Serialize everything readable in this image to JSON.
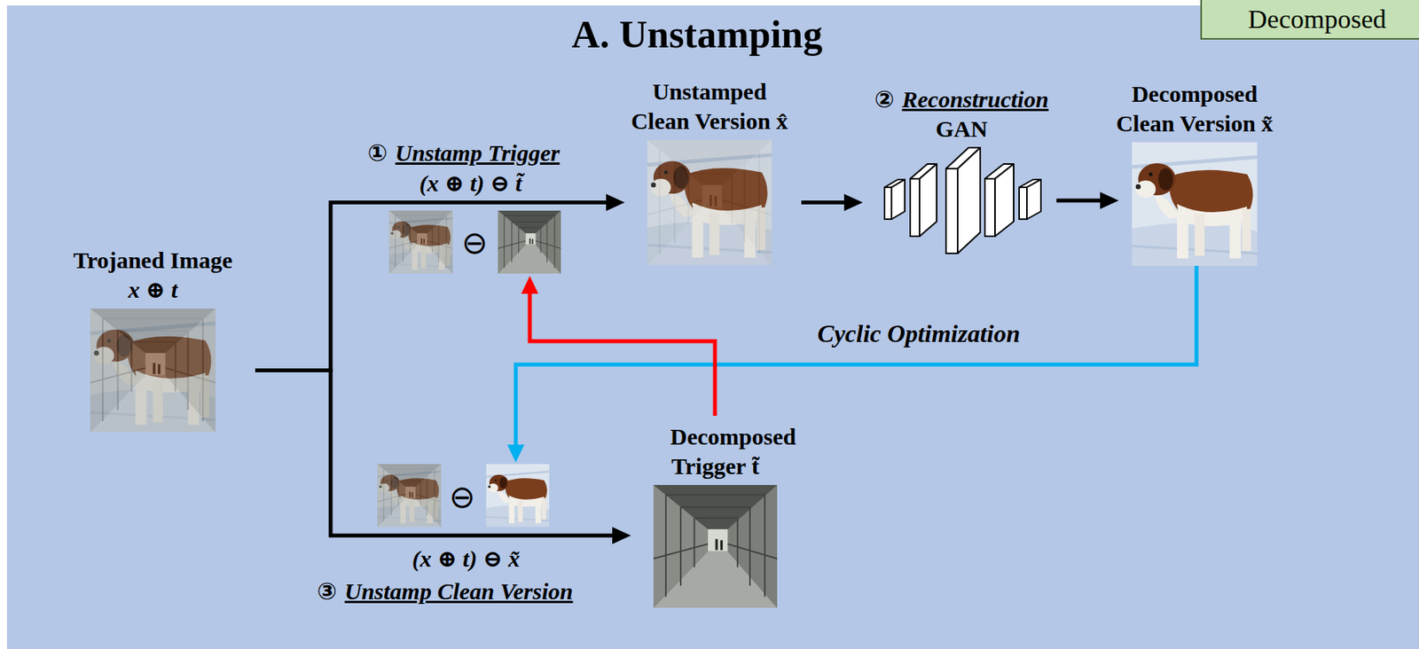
{
  "diagram": {
    "title": "A. Unstamping",
    "nodes": [
      {
        "text": [
          "Decomposed"
        ]
      },
      {
        "text": [
          "Trojaned Image",
          "x ⊕ t"
        ]
      },
      {
        "text": [
          "Unstamped Clean Version x̂"
        ]
      },
      {
        "text": [
          "②",
          "Reconstruction",
          "GAN"
        ]
      },
      {
        "text": [
          "Decomposed Clean Version x̃"
        ]
      },
      {
        "text": [
          "Decomposed Trigger t̃"
        ]
      }
    ],
    "edges": [
      {
        "from": 1,
        "to": 2,
        "arrow": "to"
      },
      {
        "from": 1,
        "to": 5,
        "arrow": "to"
      },
      {
        "from": 2,
        "to": 3,
        "arrow": "to"
      },
      {
        "from": 3,
        "to": 4,
        "arrow": "to"
      }
    ],
    "labels": [
      "①",
      "Unstamp Trigger",
      "(x ⊕ t) ⊖ t̃",
      "⊖",
      "Cyclic Optimization",
      "⊖",
      "(x ⊕ t) ⊖ x̃",
      "③",
      "Unstamp Clean Version"
    ]
  }
}
